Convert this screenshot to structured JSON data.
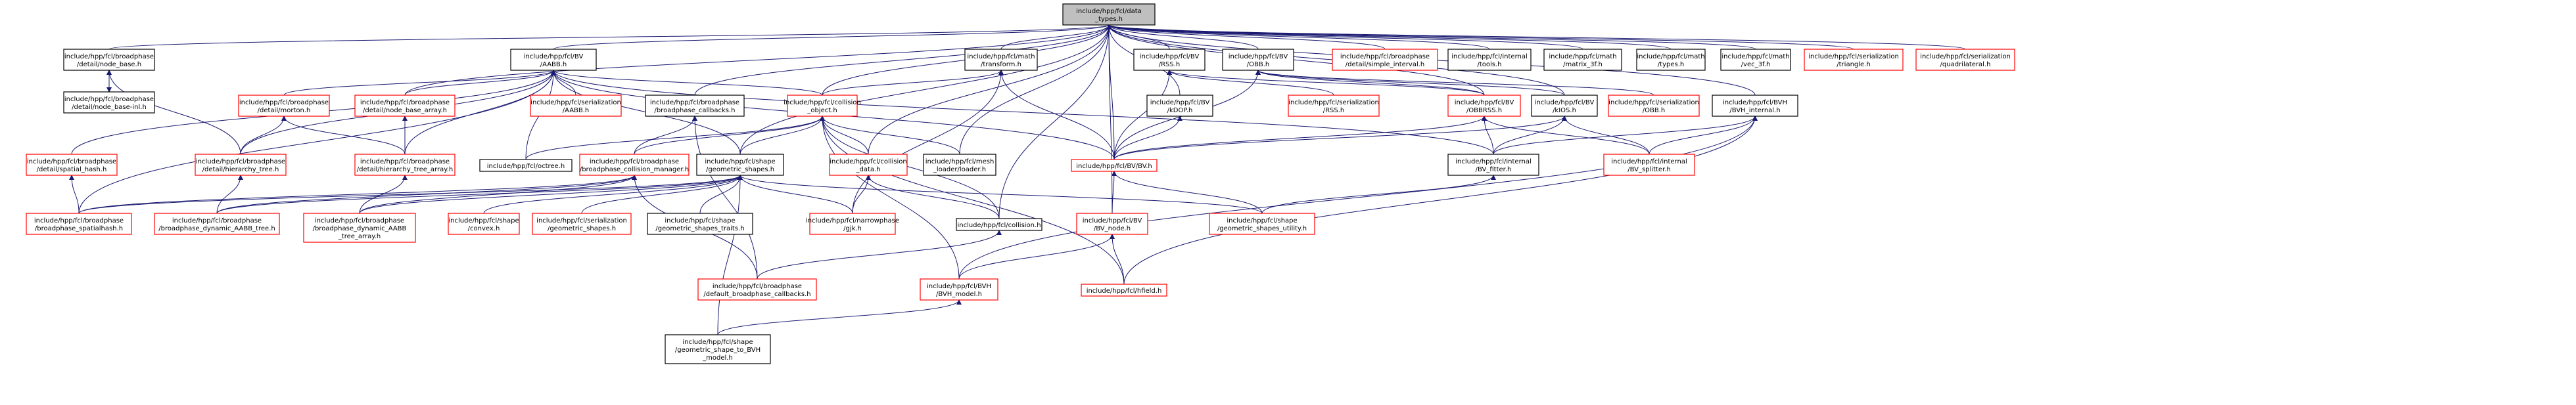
{
  "graph": {
    "title": "",
    "colors": {
      "root_fill": "#bfbfbf",
      "node_stroke": "#000000",
      "truncated_stroke": "#ff0000",
      "edge": "#191970"
    },
    "nodes": [
      {
        "id": "root",
        "lines": [
          "include/hpp/fcl/data",
          "_types.h"
        ],
        "truncated": false,
        "root": true
      },
      {
        "id": "node_base",
        "lines": [
          "include/hpp/fcl/broadphase",
          "/detail/node_base.h"
        ],
        "truncated": false
      },
      {
        "id": "node_base_inl",
        "lines": [
          "include/hpp/fcl/broadphase",
          "/detail/node_base-inl.h"
        ],
        "truncated": false
      },
      {
        "id": "aabb",
        "lines": [
          "include/hpp/fcl/BV",
          "/AABB.h"
        ],
        "truncated": false
      },
      {
        "id": "transform",
        "lines": [
          "include/hpp/fcl/math",
          "/transform.h"
        ],
        "truncated": false
      },
      {
        "id": "rss",
        "lines": [
          "include/hpp/fcl/BV",
          "/RSS.h"
        ],
        "truncated": false
      },
      {
        "id": "obb",
        "lines": [
          "include/hpp/fcl/BV",
          "/OBB.h"
        ],
        "truncated": false
      },
      {
        "id": "simple_interval",
        "lines": [
          "include/hpp/fcl/broadphase",
          "/detail/simple_interval.h"
        ],
        "truncated": true
      },
      {
        "id": "tools",
        "lines": [
          "include/hpp/fcl/internal",
          "/tools.h"
        ],
        "truncated": false
      },
      {
        "id": "matrix3f",
        "lines": [
          "include/hpp/fcl/math",
          "/matrix_3f.h"
        ],
        "truncated": false
      },
      {
        "id": "math_types",
        "lines": [
          "include/hpp/fcl/math",
          "/types.h"
        ],
        "truncated": false
      },
      {
        "id": "vec3f",
        "lines": [
          "include/hpp/fcl/math",
          "/vec_3f.h"
        ],
        "truncated": false
      },
      {
        "id": "ser_triangle",
        "lines": [
          "include/hpp/fcl/serialization",
          "/triangle.h"
        ],
        "truncated": true
      },
      {
        "id": "ser_quad",
        "lines": [
          "include/hpp/fcl/serialization",
          "/quadrilateral.h"
        ],
        "truncated": true
      },
      {
        "id": "spatial_hash",
        "lines": [
          "include/hpp/fcl/broadphase",
          "/detail/spatial_hash.h"
        ],
        "truncated": true
      },
      {
        "id": "morton",
        "lines": [
          "include/hpp/fcl/broadphase",
          "/detail/morton.h"
        ],
        "truncated": true
      },
      {
        "id": "node_base_array",
        "lines": [
          "include/hpp/fcl/broadphase",
          "/detail/node_base_array.h"
        ],
        "truncated": true
      },
      {
        "id": "ser_aabb",
        "lines": [
          "include/hpp/fcl/serialization",
          "/AABB.h"
        ],
        "truncated": true
      },
      {
        "id": "bp_callbacks",
        "lines": [
          "include/hpp/fcl/broadphase",
          "/broadphase_callbacks.h"
        ],
        "truncated": false
      },
      {
        "id": "collision_object",
        "lines": [
          "include/hpp/fcl/collision",
          "_object.h"
        ],
        "truncated": true
      },
      {
        "id": "kdop",
        "lines": [
          "include/hpp/fcl/BV",
          "/kDOP.h"
        ],
        "truncated": false
      },
      {
        "id": "ser_rss",
        "lines": [
          "include/hpp/fcl/serialization",
          "/RSS.h"
        ],
        "truncated": true
      },
      {
        "id": "obbrss",
        "lines": [
          "include/hpp/fcl/BV",
          "/OBBRSS.h"
        ],
        "truncated": true
      },
      {
        "id": "kios",
        "lines": [
          "include/hpp/fcl/BV",
          "/kIOS.h"
        ],
        "truncated": false
      },
      {
        "id": "ser_obb",
        "lines": [
          "include/hpp/fcl/serialization",
          "/OBB.h"
        ],
        "truncated": true
      },
      {
        "id": "bvh_internal",
        "lines": [
          "include/hpp/fcl/BVH",
          "/BVH_internal.h"
        ],
        "truncated": false
      },
      {
        "id": "hierarchy_tree",
        "lines": [
          "include/hpp/fcl/broadphase",
          "/detail/hierarchy_tree.h"
        ],
        "truncated": true
      },
      {
        "id": "hierarchy_tree_array",
        "lines": [
          "include/hpp/fcl/broadphase",
          "/detail/hierarchy_tree_array.h"
        ],
        "truncated": true
      },
      {
        "id": "octree",
        "lines": [
          "include/hpp/fcl/octree.h"
        ],
        "truncated": false
      },
      {
        "id": "collision_manager",
        "lines": [
          "include/hpp/fcl/broadphase",
          "/broadphase_collision_manager.h"
        ],
        "truncated": true
      },
      {
        "id": "geometric_shapes",
        "lines": [
          "include/hpp/fcl/shape",
          "/geometric_shapes.h"
        ],
        "truncated": false
      },
      {
        "id": "collision_data",
        "lines": [
          "include/hpp/fcl/collision",
          "_data.h"
        ],
        "truncated": true
      },
      {
        "id": "mesh_loader",
        "lines": [
          "include/hpp/fcl/mesh",
          "_loader/loader.h"
        ],
        "truncated": false
      },
      {
        "id": "bv_bv",
        "lines": [
          "include/hpp/fcl/BV/BV.h"
        ],
        "truncated": true
      },
      {
        "id": "bv_fitter",
        "lines": [
          "include/hpp/fcl/internal",
          "/BV_fitter.h"
        ],
        "truncated": false
      },
      {
        "id": "bv_splitter",
        "lines": [
          "include/hpp/fcl/internal",
          "/BV_splitter.h"
        ],
        "truncated": true
      },
      {
        "id": "spatialhash",
        "lines": [
          "include/hpp/fcl/broadphase",
          "/broadphase_spatialhash.h"
        ],
        "truncated": true
      },
      {
        "id": "dyn_aabb_tree",
        "lines": [
          "include/hpp/fcl/broadphase",
          "/broadphase_dynamic_AABB_tree.h"
        ],
        "truncated": true
      },
      {
        "id": "dyn_aabb_tree_array",
        "lines": [
          "include/hpp/fcl/broadphase",
          "/broadphase_dynamic_AABB",
          "_tree_array.h"
        ],
        "truncated": true
      },
      {
        "id": "convex",
        "lines": [
          "include/hpp/fcl/shape",
          "/convex.h"
        ],
        "truncated": true
      },
      {
        "id": "ser_geometric_shapes",
        "lines": [
          "include/hpp/fcl/serialization",
          "/geometric_shapes.h"
        ],
        "truncated": true
      },
      {
        "id": "shapes_traits",
        "lines": [
          "include/hpp/fcl/shape",
          "/geometric_shapes_traits.h"
        ],
        "truncated": false
      },
      {
        "id": "gjk",
        "lines": [
          "include/hpp/fcl/narrowphase",
          "/gjk.h"
        ],
        "truncated": true
      },
      {
        "id": "collision",
        "lines": [
          "include/hpp/fcl/collision.h"
        ],
        "truncated": false
      },
      {
        "id": "bv_node",
        "lines": [
          "include/hpp/fcl/BV",
          "/BV_node.h"
        ],
        "truncated": true
      },
      {
        "id": "shapes_utility",
        "lines": [
          "include/hpp/fcl/shape",
          "/geometric_shapes_utility.h"
        ],
        "truncated": true
      },
      {
        "id": "default_callbacks",
        "lines": [
          "include/hpp/fcl/broadphase",
          "/default_broadphase_callbacks.h"
        ],
        "truncated": true
      },
      {
        "id": "bvh_model",
        "lines": [
          "include/hpp/fcl/BVH",
          "/BVH_model.h"
        ],
        "truncated": true
      },
      {
        "id": "hfield",
        "lines": [
          "include/hpp/fcl/hfield.h"
        ],
        "truncated": true
      },
      {
        "id": "convex_to_bvh",
        "lines": [
          "include/hpp/fcl/shape",
          "/geometric_shape_to_BVH",
          "_model.h"
        ],
        "truncated": false
      }
    ],
    "edges": [
      [
        "node_base",
        "root"
      ],
      [
        "aabb",
        "root"
      ],
      [
        "transform",
        "root"
      ],
      [
        "rss",
        "root"
      ],
      [
        "obb",
        "root"
      ],
      [
        "simple_interval",
        "root"
      ],
      [
        "tools",
        "root"
      ],
      [
        "matrix3f",
        "root"
      ],
      [
        "math_types",
        "root"
      ],
      [
        "vec3f",
        "root"
      ],
      [
        "ser_triangle",
        "root"
      ],
      [
        "ser_quad",
        "root"
      ],
      [
        "collision_object",
        "root"
      ],
      [
        "bp_callbacks",
        "root"
      ],
      [
        "kdop",
        "root"
      ],
      [
        "obbrss",
        "root"
      ],
      [
        "kios",
        "root"
      ],
      [
        "bvh_internal",
        "root"
      ],
      [
        "geometric_shapes",
        "root"
      ],
      [
        "collision_data",
        "root"
      ],
      [
        "mesh_loader",
        "root"
      ],
      [
        "bv_bv",
        "root"
      ],
      [
        "collision",
        "root"
      ],
      [
        "bv_node",
        "root"
      ],
      [
        "node_base_array",
        "root"
      ],
      [
        "node_base_inl",
        "node_base"
      ],
      [
        "node_base",
        "node_base_inl"
      ],
      [
        "hierarchy_tree",
        "node_base"
      ],
      [
        "spatial_hash",
        "aabb"
      ],
      [
        "morton",
        "aabb"
      ],
      [
        "node_base_array",
        "aabb"
      ],
      [
        "ser_aabb",
        "aabb"
      ],
      [
        "hierarchy_tree",
        "aabb"
      ],
      [
        "hierarchy_tree_array",
        "aabb"
      ],
      [
        "octree",
        "aabb"
      ],
      [
        "collision_object",
        "aabb"
      ],
      [
        "geometric_shapes",
        "aabb"
      ],
      [
        "bv_bv",
        "aabb"
      ],
      [
        "bv_fitter",
        "aabb"
      ],
      [
        "spatialhash",
        "aabb"
      ],
      [
        "collision_object",
        "transform"
      ],
      [
        "gjk",
        "transform"
      ],
      [
        "bv_bv",
        "transform"
      ],
      [
        "ser_rss",
        "rss"
      ],
      [
        "obbrss",
        "rss"
      ],
      [
        "bv_bv",
        "rss"
      ],
      [
        "obbrss",
        "obb"
      ],
      [
        "kios",
        "obb"
      ],
      [
        "ser_obb",
        "obb"
      ],
      [
        "bv_bv",
        "obb"
      ],
      [
        "bv_bv",
        "kdop"
      ],
      [
        "bv_bv",
        "obbrss"
      ],
      [
        "bv_fitter",
        "obbrss"
      ],
      [
        "bv_splitter",
        "obbrss"
      ],
      [
        "bv_fitter",
        "kios"
      ],
      [
        "bv_splitter",
        "kios"
      ],
      [
        "bv_bv",
        "kios"
      ],
      [
        "bv_fitter",
        "bvh_internal"
      ],
      [
        "bv_splitter",
        "bvh_internal"
      ],
      [
        "bvh_model",
        "bvh_internal"
      ],
      [
        "hfield",
        "bvh_internal"
      ],
      [
        "hierarchy_tree",
        "morton"
      ],
      [
        "hierarchy_tree_array",
        "morton"
      ],
      [
        "hierarchy_tree_array",
        "node_base_array"
      ],
      [
        "spatialhash",
        "spatial_hash"
      ],
      [
        "collision_manager",
        "bp_callbacks"
      ],
      [
        "default_callbacks",
        "bp_callbacks"
      ],
      [
        "octree",
        "collision_object"
      ],
      [
        "collision_manager",
        "collision_object"
      ],
      [
        "geometric_shapes",
        "collision_object"
      ],
      [
        "collision_data",
        "collision_object"
      ],
      [
        "mesh_loader",
        "collision_object"
      ],
      [
        "collision",
        "collision_object"
      ],
      [
        "bvh_model",
        "collision_object"
      ],
      [
        "hfield",
        "collision_object"
      ],
      [
        "dyn_aabb_tree",
        "hierarchy_tree"
      ],
      [
        "dyn_aabb_tree_array",
        "hierarchy_tree_array"
      ],
      [
        "spatialhash",
        "collision_manager"
      ],
      [
        "dyn_aabb_tree",
        "collision_manager"
      ],
      [
        "dyn_aabb_tree_array",
        "collision_manager"
      ],
      [
        "default_callbacks",
        "collision_manager"
      ],
      [
        "convex",
        "geometric_shapes"
      ],
      [
        "ser_geometric_shapes",
        "geometric_shapes"
      ],
      [
        "shapes_traits",
        "geometric_shapes"
      ],
      [
        "gjk",
        "geometric_shapes"
      ],
      [
        "shapes_utility",
        "geometric_shapes"
      ],
      [
        "convex_to_bvh",
        "geometric_shapes"
      ],
      [
        "dyn_aabb_tree",
        "geometric_shapes"
      ],
      [
        "dyn_aabb_tree_array",
        "geometric_shapes"
      ],
      [
        "spatialhash",
        "geometric_shapes"
      ],
      [
        "collision",
        "collision_data"
      ],
      [
        "gjk",
        "collision_data"
      ],
      [
        "bv_node",
        "bv_bv"
      ],
      [
        "shapes_utility",
        "bv_bv"
      ],
      [
        "shapes_utility",
        "bv_fitter"
      ],
      [
        "bvh_model",
        "bv_node"
      ],
      [
        "hfield",
        "bv_node"
      ],
      [
        "default_callbacks",
        "collision"
      ],
      [
        "convex_to_bvh",
        "bvh_model"
      ]
    ]
  }
}
